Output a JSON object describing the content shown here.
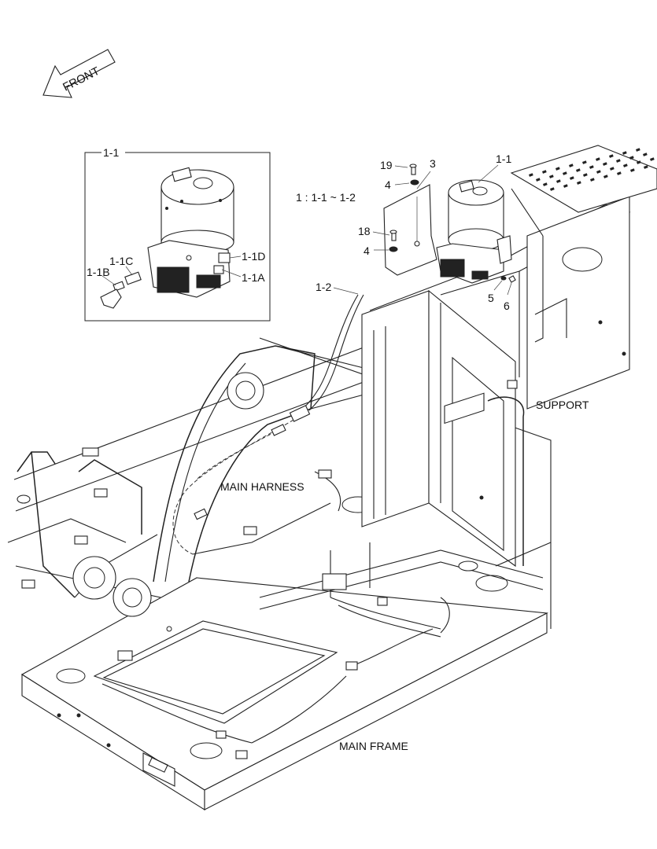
{
  "orientation_arrow": {
    "label": "FRONT",
    "icon": "front-arrow-icon"
  },
  "detail_box": {
    "title": "1-1",
    "callouts": {
      "c_1_1B": "1-1B",
      "c_1_1C": "1-1C",
      "c_1_1D": "1-1D",
      "c_1_1A": "1-1A"
    }
  },
  "ratio_note": "1 : 1-1 ~ 1-2",
  "callouts": {
    "c19": "19",
    "c3": "3",
    "c1_1": "1-1",
    "c4a": "4",
    "c18": "18",
    "c4b": "4",
    "c1_2": "1-2",
    "c5": "5",
    "c6": "6"
  },
  "assemblies": {
    "support": "SUPPORT",
    "main_harness": "MAIN HARNESS",
    "main_frame": "MAIN FRAME"
  },
  "colors": {
    "line": "#222222",
    "background": "#ffffff"
  }
}
